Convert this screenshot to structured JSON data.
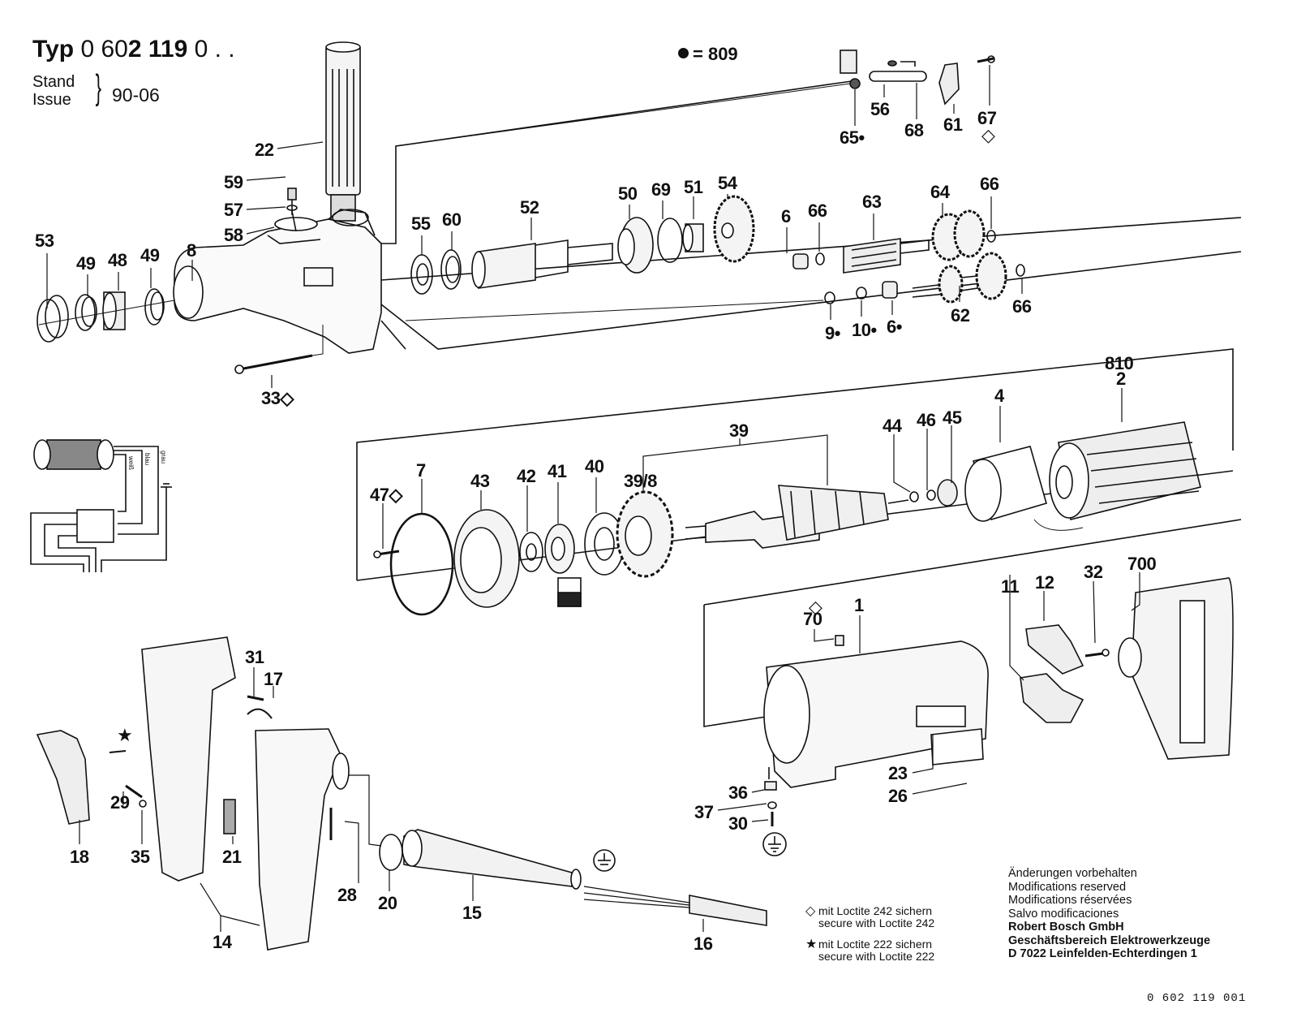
{
  "header": {
    "typ_label": "Typ",
    "typ_number_prefix": "0 60",
    "typ_number_bold": "2 119",
    "typ_number_suffix": "0 . .",
    "stand_label": "Stand",
    "issue_label": "Issue",
    "issue_value": "90-06"
  },
  "legend": {
    "dot_meaning": "= 809",
    "loctite_242": {
      "symbol": "diamond-outline",
      "line_de": "mit Loctite 242 sichern",
      "line_en": "secure with Loctite 242"
    },
    "loctite_222": {
      "symbol": "star-filled",
      "line_de": "mit Loctite 222 sichern",
      "line_en": "secure with Loctite 222"
    }
  },
  "wiring": {
    "wire_labels": [
      "weiß",
      "blau",
      "grau"
    ],
    "ground_symbol": "earth-ground"
  },
  "parts": {
    "gear_head": [
      "53",
      "49",
      "48",
      "49",
      "8",
      "22",
      "59",
      "57",
      "58",
      "33◇"
    ],
    "spindle": [
      "55",
      "60",
      "52",
      "50",
      "69",
      "51",
      "54"
    ],
    "gear_shafts": [
      "6",
      "66",
      "63",
      "64",
      "66",
      "9•",
      "10•",
      "6•",
      "62",
      "66"
    ],
    "lock": [
      "65•",
      "56",
      "68",
      "61",
      "67"
    ],
    "lock_marks": {
      "67": "◇"
    },
    "motor": [
      "47◇",
      "7",
      "43",
      "42",
      "41",
      "40",
      "39/8",
      "39",
      "44",
      "46",
      "45",
      "4",
      "810",
      "2"
    ],
    "housing": [
      "70",
      "1",
      "11",
      "12",
      "32",
      "700",
      "23",
      "26",
      "36",
      "37",
      "30"
    ],
    "housing_marks": {
      "70": "◇"
    },
    "handle": [
      "31",
      "17",
      "18",
      "29",
      "35",
      "21",
      "28",
      "20",
      "14",
      "15",
      "16"
    ],
    "handle_marks": {
      "screw": "★"
    }
  },
  "footer": {
    "notice_de": "Änderungen vorbehalten",
    "notice_en": "Modifications reserved",
    "notice_fr": "Modifications réservées",
    "notice_es": "Salvo modificaciones",
    "company": "Robert Bosch GmbH",
    "division": "Geschäftsbereich Elektrowerkzeuge",
    "address": "D 7022 Leinfelden-Echterdingen 1",
    "document_number": "0 602 119 001"
  }
}
